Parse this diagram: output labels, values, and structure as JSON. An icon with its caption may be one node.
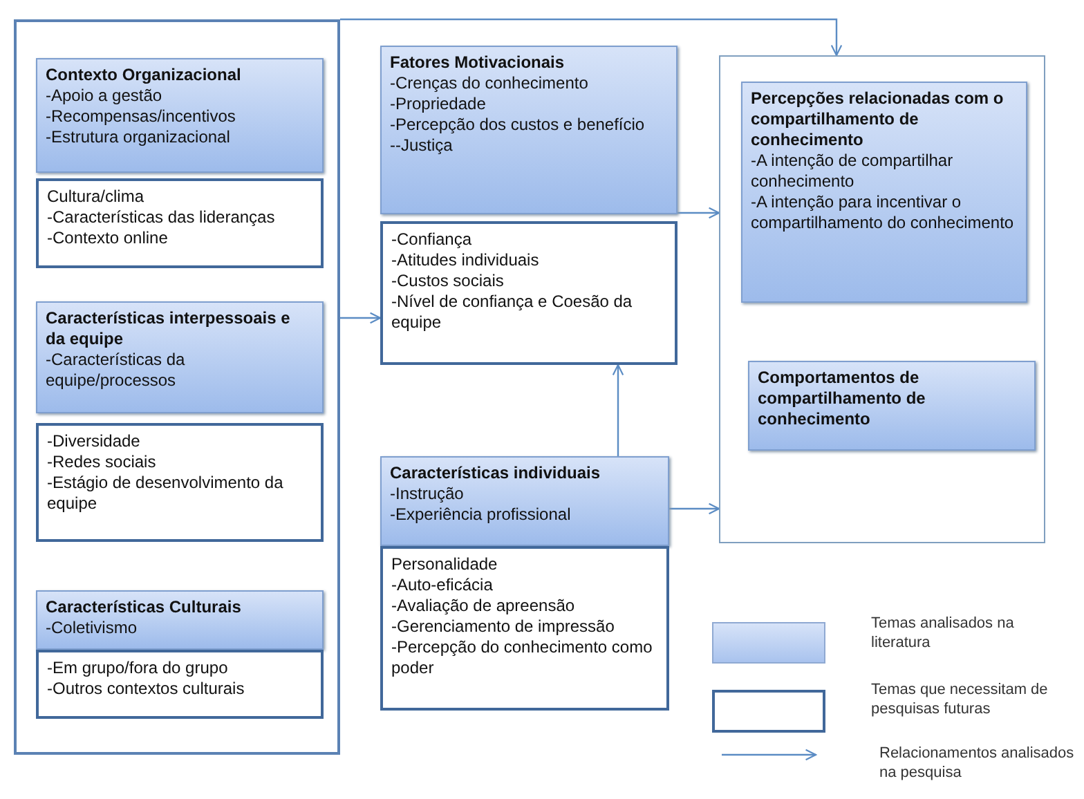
{
  "diagram": {
    "nodes": [
      {
        "text": [],
        "shape": "box"
      },
      {
        "text": [
          "Contexto Organizacional",
          "-Apoio a gestão",
          "-Recompensas/incentivos",
          "-Estrutura organizacional"
        ],
        "in": 0
      },
      {
        "text": [
          "Cultura/clima",
          "-Características das lideranças",
          "-Contexto online"
        ],
        "in": 0
      },
      {
        "text": [
          "Características interpessoais e da equipe",
          "-Características da equipe/processos"
        ],
        "in": 0
      },
      {
        "text": [
          "-Diversidade",
          "-Redes sociais",
          "-Estágio de desenvolvimento da equipe"
        ],
        "in": 0
      },
      {
        "text": [
          "Características Culturais",
          "-Coletivismo"
        ],
        "in": 0
      },
      {
        "text": [
          "-Em grupo/fora do grupo",
          "-Outros contextos culturais"
        ],
        "in": 0
      },
      {
        "text": [
          "Fatores Motivacionais",
          "-Crenças do conhecimento",
          "-Propriedade",
          "-Percepção dos custos e benefício",
          "--Justiça"
        ]
      },
      {
        "text": [
          "-Confiança",
          "-Atitudes individuais",
          "-Custos sociais",
          "-Nível de confiança e Coesão da equipe"
        ]
      },
      {
        "text": [
          "Características individuais",
          "-Instrução",
          "-Experiência profissional"
        ]
      },
      {
        "text": [
          "Personalidade",
          "-Auto-eficácia",
          "-Avaliação de apreensão",
          "-Gerenciamento de impressão",
          "-Percepção do conhecimento como poder"
        ]
      },
      {
        "text": [],
        "shape": "box"
      },
      {
        "text": [
          "Percepções relacionadas com o compartilhamento de conhecimento",
          "-A intenção de compartilhar conhecimento",
          "-A intenção para incentivar o compartilhamento  do conhecimento"
        ],
        "in": 11
      },
      {
        "text": [
          "Comportamentos de compartilhamento de conhecimento"
        ],
        "in": 11
      }
    ],
    "edges": [
      {
        "from": 0,
        "to": 8,
        "arrow": "to"
      },
      {
        "from": 0,
        "to": 11,
        "arrow": "to"
      },
      {
        "from": 7,
        "to": 11,
        "arrow": "to"
      },
      {
        "from": 9,
        "to": 8,
        "arrow": "to"
      },
      {
        "from": 9,
        "to": 11,
        "arrow": "to"
      }
    ],
    "legend": [
      {
        "text": "Temas analisados na literatura",
        "color": "#a9c3ee"
      },
      {
        "text": "Temas  que necessitam de pesquisas futuras"
      },
      {
        "text": "Relacionamentos analisados na pesquisa"
      }
    ]
  }
}
